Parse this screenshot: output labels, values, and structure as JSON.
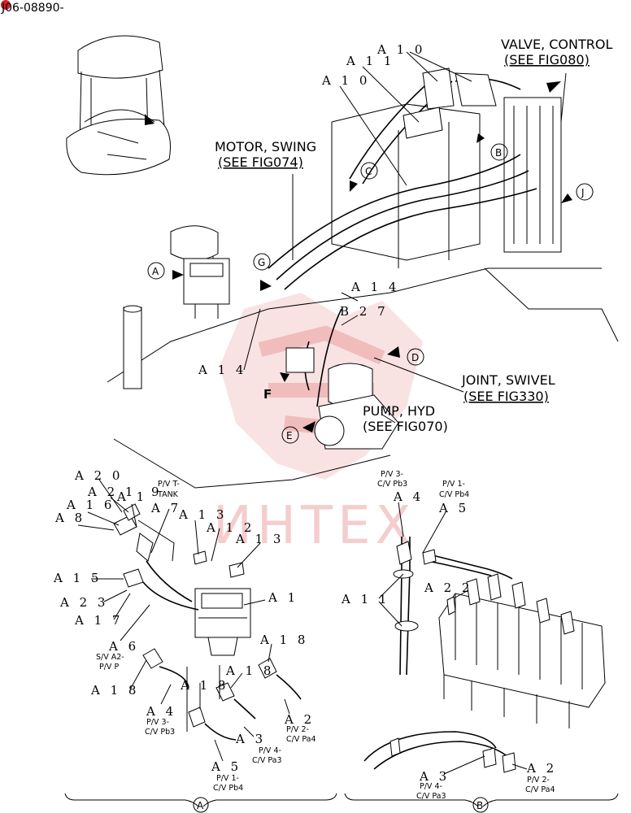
{
  "header": {
    "doc_number": "J06-08890-"
  },
  "watermark": {
    "text": "ИНТЕХ",
    "color": "#d84a4a"
  },
  "main_labels": {
    "valve_control_title": "VALVE, CONTROL",
    "valve_control_ref": "(SEE FIG080)",
    "motor_swing_title": "MOTOR, SWING",
    "motor_swing_ref": "(SEE FIG074)",
    "joint_swivel_title": "JOINT, SWIVEL",
    "joint_swivel_ref": "(SEE FIG330)",
    "pump_hyd_title": "PUMP, HYD",
    "pump_hyd_ref": "(SEE FIG070)"
  },
  "view_markers": {
    "A": "A",
    "B": "B",
    "C": "C",
    "D": "D",
    "E": "E",
    "F": "F",
    "G": "G",
    "J": "J"
  },
  "part_codes": {
    "A1": "A 1",
    "A2": "A 2",
    "A3": "A 3",
    "A4": "A 4",
    "A5": "A 5",
    "A6": "A 6",
    "A7": "A 7",
    "A8": "A 8",
    "A9": "9",
    "A10": "A 1 0",
    "A11": "A 1 1",
    "A12": "A 1 2",
    "A13": "A 1 3",
    "A14": "A 1 4",
    "A15": "A 1 5",
    "A16": "A 1 6",
    "A17": "A 1 7",
    "A18": "A 1 8",
    "A19": "A 1",
    "A20": "A 2 0",
    "A21": "A 2 1",
    "A22": "A 2 2",
    "A23": "A 2 3",
    "B27": "B 2 7"
  },
  "port_notes": {
    "pv_t_tank_1": "P/V T-",
    "pv_t_tank_2": "TANK",
    "sv_a2_pvp_1": "S/V A2-",
    "sv_a2_pvp_2": "P/V P",
    "pv3_pb3_1": "P/V 3-",
    "pv3_pb3_2": "C/V Pb3",
    "pv1_pb4_1": "P/V 1-",
    "pv1_pb4_2": "C/V Pb4",
    "pv2_pa4_1": "P/V 2-",
    "pv2_pa4_2": "C/V Pa4",
    "pv4_pa3_1": "P/V 4-",
    "pv4_pa3_2": "C/V Pa3"
  }
}
